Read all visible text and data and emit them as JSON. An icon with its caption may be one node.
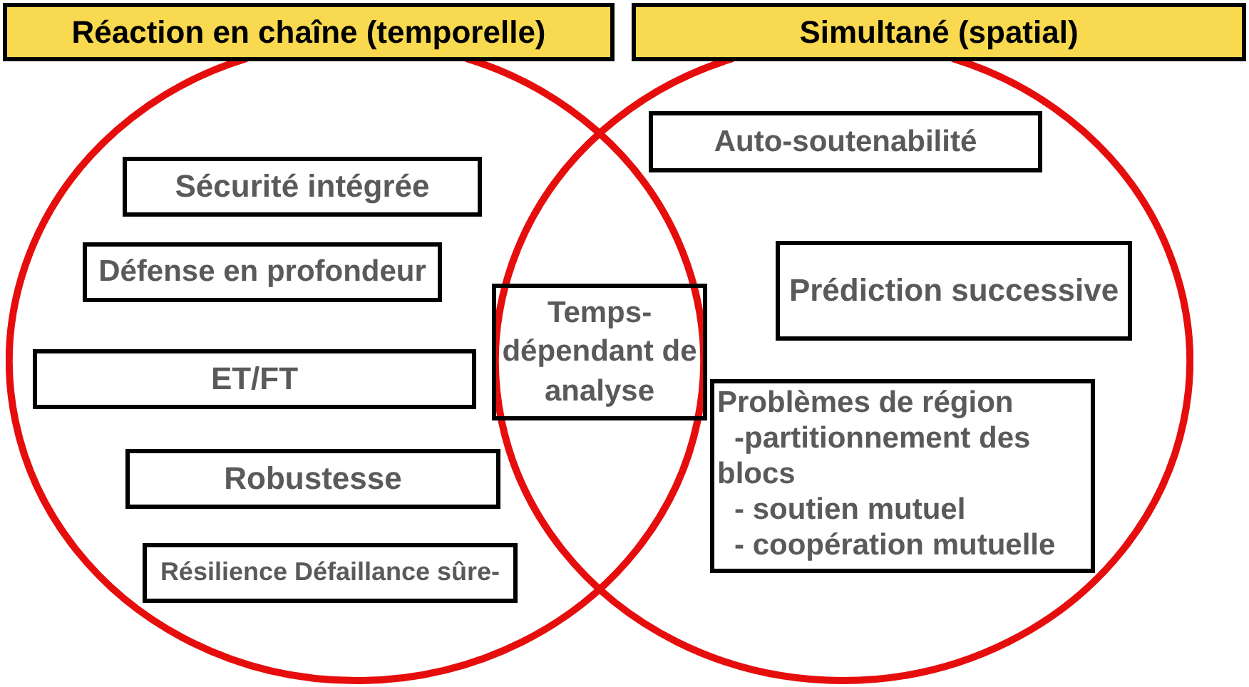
{
  "diagram": {
    "nodes": [
      {
        "text": [
          "Réaction en chaîne (temporelle)"
        ]
      },
      {
        "text": [
          "Simultané (spatial)"
        ]
      },
      {
        "text": [],
        "shape": "circle"
      },
      {
        "text": [
          "Sécurité intégrée"
        ],
        "in": 2
      },
      {
        "text": [
          "Défense en profondeur"
        ],
        "in": 2
      },
      {
        "text": [
          "ET/FT"
        ],
        "in": 2
      },
      {
        "text": [
          "Robustesse"
        ],
        "in": 2
      },
      {
        "text": [
          "Résilience Défaillance sûre-"
        ],
        "in": 2
      },
      {
        "text": [
          "Temps- dépendant de analyse"
        ]
      },
      {
        "text": [],
        "shape": "circle"
      },
      {
        "text": [
          "Auto-soutenabilité"
        ],
        "in": 9
      },
      {
        "text": [
          "Prédiction successive"
        ],
        "in": 9
      },
      {
        "text": [
          "Problèmes de région",
          "-partitionnement des blocs",
          "- soutien mutuel",
          "- coopération mutuelle"
        ],
        "in": 9
      }
    ]
  }
}
